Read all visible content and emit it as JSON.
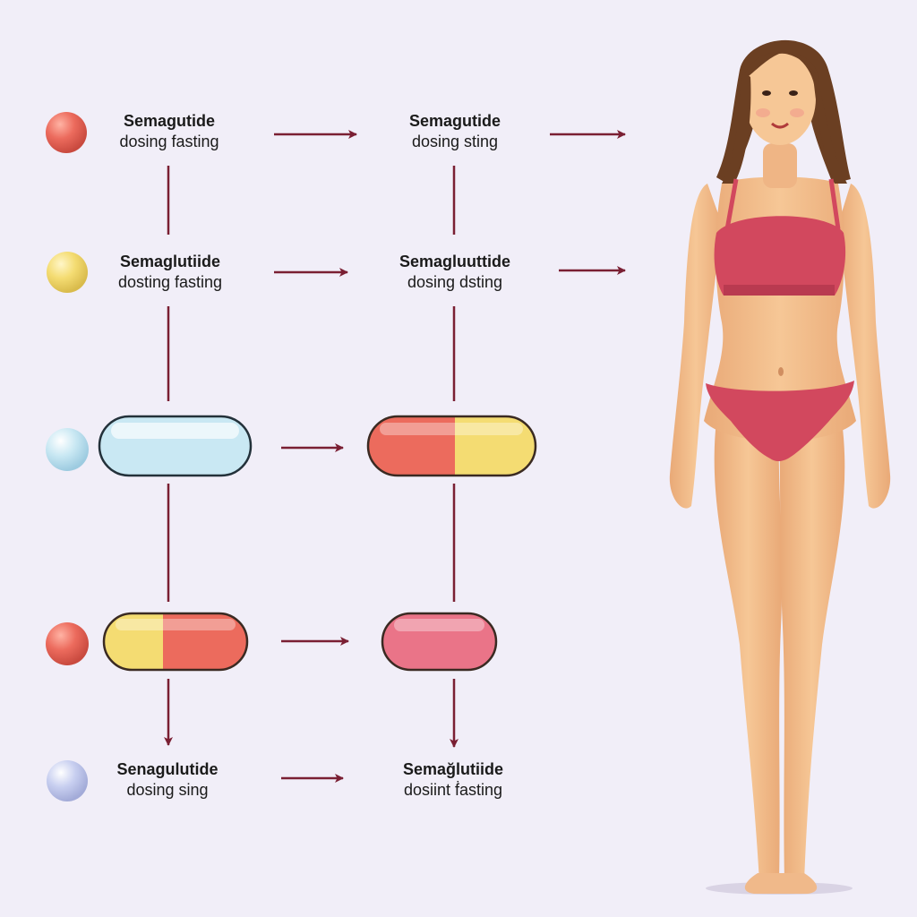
{
  "colors": {
    "background": "#f1eef8",
    "arrow": "#7a1f33",
    "coral": "#ec6b5d",
    "yellow": "#f4dc72",
    "light_blue": "#c9e8f3",
    "lavender": "#c8cff0",
    "pink": "#ea7488",
    "top": "#d2485e",
    "skin": "#f4c08f",
    "hair": "#6b3f22"
  },
  "labels": [
    {
      "id": "r1c1",
      "title": "Semagutide",
      "sub": "dosing fasting"
    },
    {
      "id": "r1c2",
      "title": "Semagutide",
      "sub": "dosing sting"
    },
    {
      "id": "r2c1",
      "title": "Semaglutiide",
      "sub": "dosting fasting"
    },
    {
      "id": "r2c2",
      "title": "Semagluuttide",
      "sub": "dosing dsting"
    },
    {
      "id": "r5c1",
      "title": "Senagulutide",
      "sub": "dosing sing"
    },
    {
      "id": "r5c2",
      "title": "Semağlutiide",
      "sub": "dosiint ḟasting"
    }
  ],
  "icons": [
    "coral-dot-icon",
    "yellow-dot-icon",
    "light-blue-dot-icon",
    "coral-dot-icon",
    "lavender-dot-icon",
    "light-blue-capsule-icon",
    "coral-yellow-capsule-icon",
    "yellow-coral-capsule-icon",
    "pink-capsule-icon",
    "arrow-icon",
    "woman-figure-icon"
  ]
}
